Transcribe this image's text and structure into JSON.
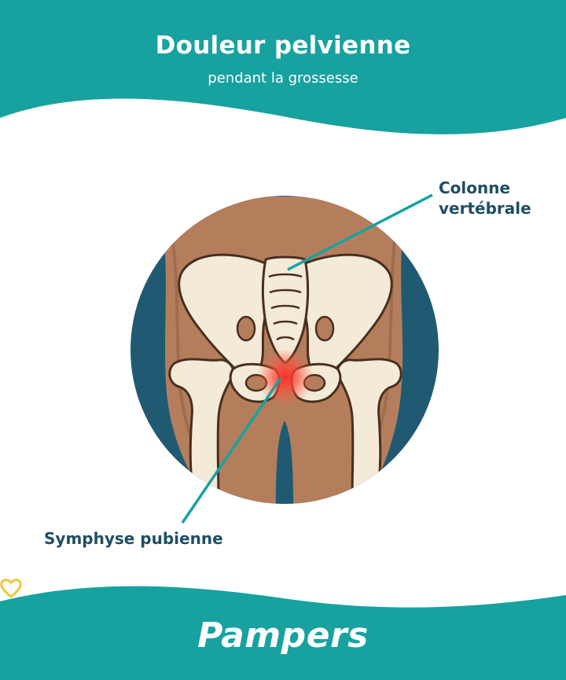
{
  "header": {
    "title": "Douleur pelvienne",
    "subtitle": "pendant la grossesse"
  },
  "labels": {
    "spine_line1": "Colonne",
    "spine_line2": "vertébrale",
    "pubis": "Symphyse pubienne"
  },
  "footer": {
    "brand": "Pampers"
  },
  "colors": {
    "teal": "#17a2a0",
    "navy": "#1f4e63",
    "skin": "#b47e5d",
    "bone": "#f3ead8",
    "pain": "#ff3b3b"
  }
}
